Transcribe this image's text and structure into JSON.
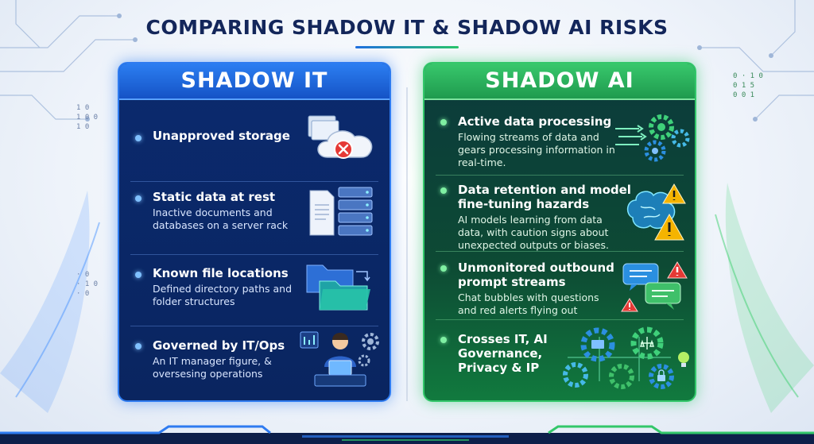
{
  "title": "COMPARING SHADOW IT & SHADOW AI RISKS",
  "colors": {
    "it_accent": "#2e7bf0",
    "ai_accent": "#33c76a",
    "title": "#13265a",
    "alert": "#e53935",
    "warn": "#f5b400"
  },
  "deco": {
    "left_codes": [
      "1 0",
      "1 0 0",
      "1 0",
      "· 0",
      "· 1 0",
      "· 0"
    ],
    "right_codes": [
      "0 · 1 0",
      "0 1 5",
      "0 0 1"
    ]
  },
  "shadow_it": {
    "header": "SHADOW IT",
    "items": [
      {
        "heading": "Unapproved storage",
        "desc": "",
        "icon": "cloud-folder-error-icon"
      },
      {
        "heading": "Static data at rest",
        "desc": "Inactive documents and databases on a server rack",
        "icon": "document-server-icon"
      },
      {
        "heading": "Known file locations",
        "desc": "Defined directory paths and folder structures",
        "icon": "folders-icon"
      },
      {
        "heading": "Governed by IT/Ops",
        "desc": "An IT manager figure, & oversesing operations",
        "icon": "it-manager-icon"
      }
    ]
  },
  "shadow_ai": {
    "header": "SHADOW AI",
    "items": [
      {
        "heading": "Active data processing",
        "desc": "Flowing streams of data and gears processing information in real-time.",
        "icon": "gears-stream-icon"
      },
      {
        "heading": "Data retention and model fine-tuning hazards",
        "desc": "AI models learning from data data, with caution signs about unexpected outputs or biases.",
        "icon": "brain-warning-icon"
      },
      {
        "heading": "Unmonitored outbound prompt streams",
        "desc": "Chat bubbles with questions and red alerts flying out",
        "icon": "chat-alert-icon"
      },
      {
        "heading": "Crosses IT, AI Governance, Privacy & IP",
        "desc": "",
        "icon": "governance-network-icon"
      }
    ]
  }
}
